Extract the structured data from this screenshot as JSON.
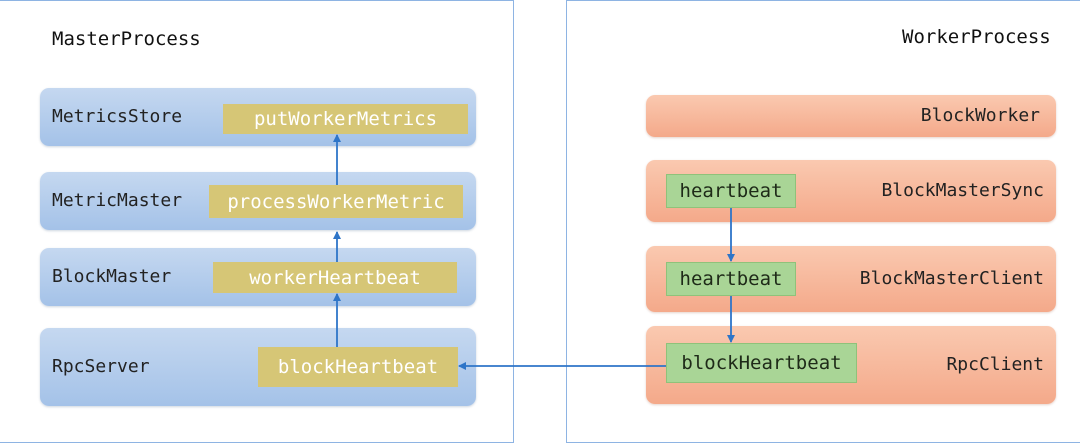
{
  "master": {
    "title": "MasterProcess",
    "components": [
      {
        "label": "MetricsStore",
        "method": "putWorkerMetrics"
      },
      {
        "label": "MetricMaster",
        "method": "processWorkerMetric"
      },
      {
        "label": "BlockMaster",
        "method": "workerHeartbeat"
      },
      {
        "label": "RpcServer",
        "method": "blockHeartbeat"
      }
    ]
  },
  "worker": {
    "title": "WorkerProcess",
    "components": [
      {
        "label": "BlockWorker"
      },
      {
        "label": "BlockMasterSync",
        "method": "heartbeat"
      },
      {
        "label": "BlockMasterClient",
        "method": "heartbeat"
      },
      {
        "label": "RpcClient",
        "method": "blockHeartbeat"
      }
    ]
  },
  "colors": {
    "master_box": "#a4c2e8",
    "worker_box": "#f4a98a",
    "master_method": "#d6c676",
    "worker_method": "#a9d596",
    "arrow": "#2e75c8",
    "panel_border": "#8eb4e3"
  }
}
